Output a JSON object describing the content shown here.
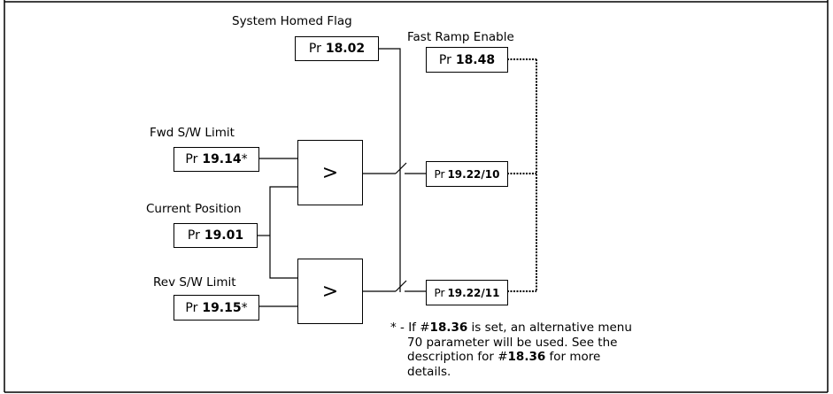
{
  "labels": {
    "system_homed_flag": "System Homed Flag",
    "fast_ramp_enable": "Fast Ramp Enable",
    "fwd_sw_limit": "Fwd S/W Limit",
    "current_position": "Current Position",
    "rev_sw_limit": "Rev S/W Limit"
  },
  "parameters": {
    "prefix": "Pr",
    "system_homed_flag": "18.02",
    "fast_ramp_enable": "18.48",
    "fwd_sw_limit": "19.14",
    "fwd_sw_limit_mark": "*",
    "current_position": "19.01",
    "rev_sw_limit": "19.15",
    "rev_sw_limit_mark": "*",
    "output_fwd": "19.22/10",
    "output_rev": "19.22/11"
  },
  "comparators": {
    "fwd_symbol": ">",
    "rev_symbol": ">"
  },
  "footnote": {
    "marker": "* - If #",
    "param1": "18.36",
    "line1_rest": " is set, an alternative menu",
    "line2": "70 parameter will be used. See the",
    "line3_pre": "description for #",
    "param2": "18.36",
    "line3_post": " for more",
    "line4": "details."
  }
}
